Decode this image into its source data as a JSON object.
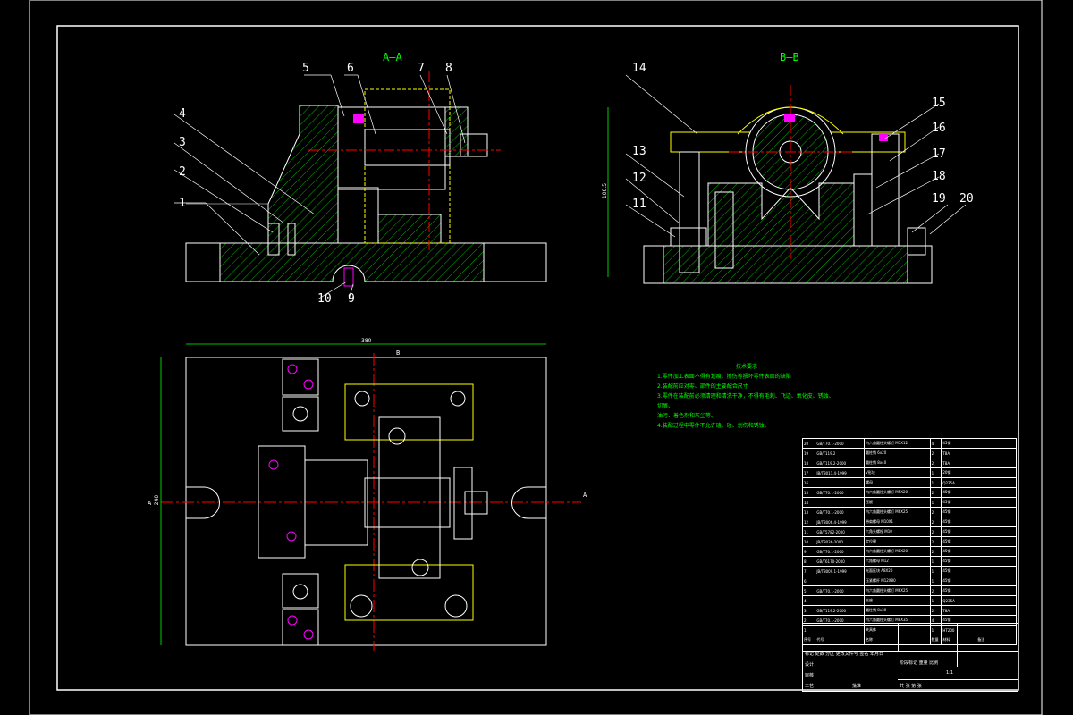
{
  "views": {
    "section_aa_label": "A—A",
    "section_bb_label": "B—B",
    "marker_a_left": "A",
    "marker_a_right": "A",
    "marker_b": "B"
  },
  "callouts": [
    "1",
    "2",
    "3",
    "4",
    "5",
    "6",
    "7",
    "8",
    "9",
    "10",
    "11",
    "12",
    "13",
    "14",
    "15",
    "16",
    "17",
    "18",
    "19",
    "20"
  ],
  "dimensions": {
    "top_width": "380",
    "side_height": "240",
    "bb_height": "100.5"
  },
  "notes": {
    "title": "技术要求",
    "lines": [
      "1.零件加工表面不得有划痕、擦伤等损坏零件表面的缺陷",
      "2.装配前应对零、部件的主要配合尺寸",
      "3.零件在装配前必须清理和清洗干净，不得有毛刺、飞边、氧化皮、锈蚀、切屑、",
      "油污、着色剂和灰尘等。",
      "4.装配过程中零件不允许磕、碰、划伤和锈蚀。"
    ]
  },
  "bom": {
    "rows": [
      [
        "20",
        "GB/T70.1-2000",
        "内六角圆柱头螺钉 M5X12",
        "4",
        "45钢",
        ""
      ],
      [
        "19",
        "GB/T119.2",
        "圆柱销 6x20",
        "2",
        "T8A",
        ""
      ],
      [
        "18",
        "GB/T119.2-2000",
        "圆柱销 8x40",
        "2",
        "T8A",
        ""
      ],
      [
        "17",
        "JB/T8011.4-1999",
        "V形块",
        "1",
        "20钢",
        ""
      ],
      [
        "16",
        "",
        "螺母",
        "1",
        "Q235A",
        ""
      ],
      [
        "15",
        "GB/T70.1-2000",
        "内六角圆柱头螺钉 M5X20",
        "2",
        "45钢",
        ""
      ],
      [
        "14",
        "",
        "压板",
        "1",
        "45钢",
        ""
      ],
      [
        "13",
        "GB/T70.1-2000",
        "内六角圆柱头螺钉 M6X25",
        "2",
        "45钢",
        ""
      ],
      [
        "12",
        "JB/T8006.4-1999",
        "带肩螺母 M10X1",
        "2",
        "45钢",
        ""
      ],
      [
        "11",
        "GB/T5782-2000",
        "六角头螺栓 M10",
        "2",
        "45钢",
        ""
      ],
      [
        "10",
        "JB/T8036-2000",
        "定位键",
        "2",
        "45钢",
        ""
      ],
      [
        "9",
        "GB/T70.1-2000",
        "内六角圆柱头螺钉 M8X20",
        "2",
        "45钢",
        ""
      ],
      [
        "8",
        "GB/T6170-2000",
        "六角螺母 M12",
        "1",
        "45钢",
        ""
      ],
      [
        "7",
        "JB/T8009.1-1999",
        "光面压块 A8X20",
        "1",
        "45钢",
        ""
      ],
      [
        "6",
        "",
        "压紧螺杆 M12X80",
        "1",
        "45钢",
        ""
      ],
      [
        "5",
        "GB/T70.1-2000",
        "内六角圆柱头螺钉 M6X25",
        "2",
        "45钢",
        ""
      ],
      [
        "4",
        "",
        "支座",
        "1",
        "Q235A",
        ""
      ],
      [
        "3",
        "GB/T119.2-2000",
        "圆柱销 8x30",
        "2",
        "T8A",
        ""
      ],
      [
        "2",
        "GB/T70.1-2000",
        "内六角圆柱头螺钉 M8X35",
        "4",
        "45钢",
        ""
      ],
      [
        "1",
        "",
        "夹具体",
        "1",
        "HT200",
        ""
      ]
    ],
    "header": [
      "序号",
      "代号",
      "名称",
      "数量",
      "材料",
      "备注"
    ]
  },
  "title_block": {
    "scale": "1:1",
    "approve_label": "批准",
    "design_label": "设计",
    "check_label": "审核",
    "process_label": "工艺",
    "sheet_info": "共 张 第 张",
    "labels_row": "标记 处数 分区 更改文件号 签名 年月日",
    "stage": "阶段标记 重量 比例"
  },
  "colors": {
    "background": "#000000",
    "outline": "#ffffff",
    "hidden": "#ffff00",
    "hatch": "#00ff00",
    "center": "#ff0000",
    "accent": "#ff00ff"
  }
}
